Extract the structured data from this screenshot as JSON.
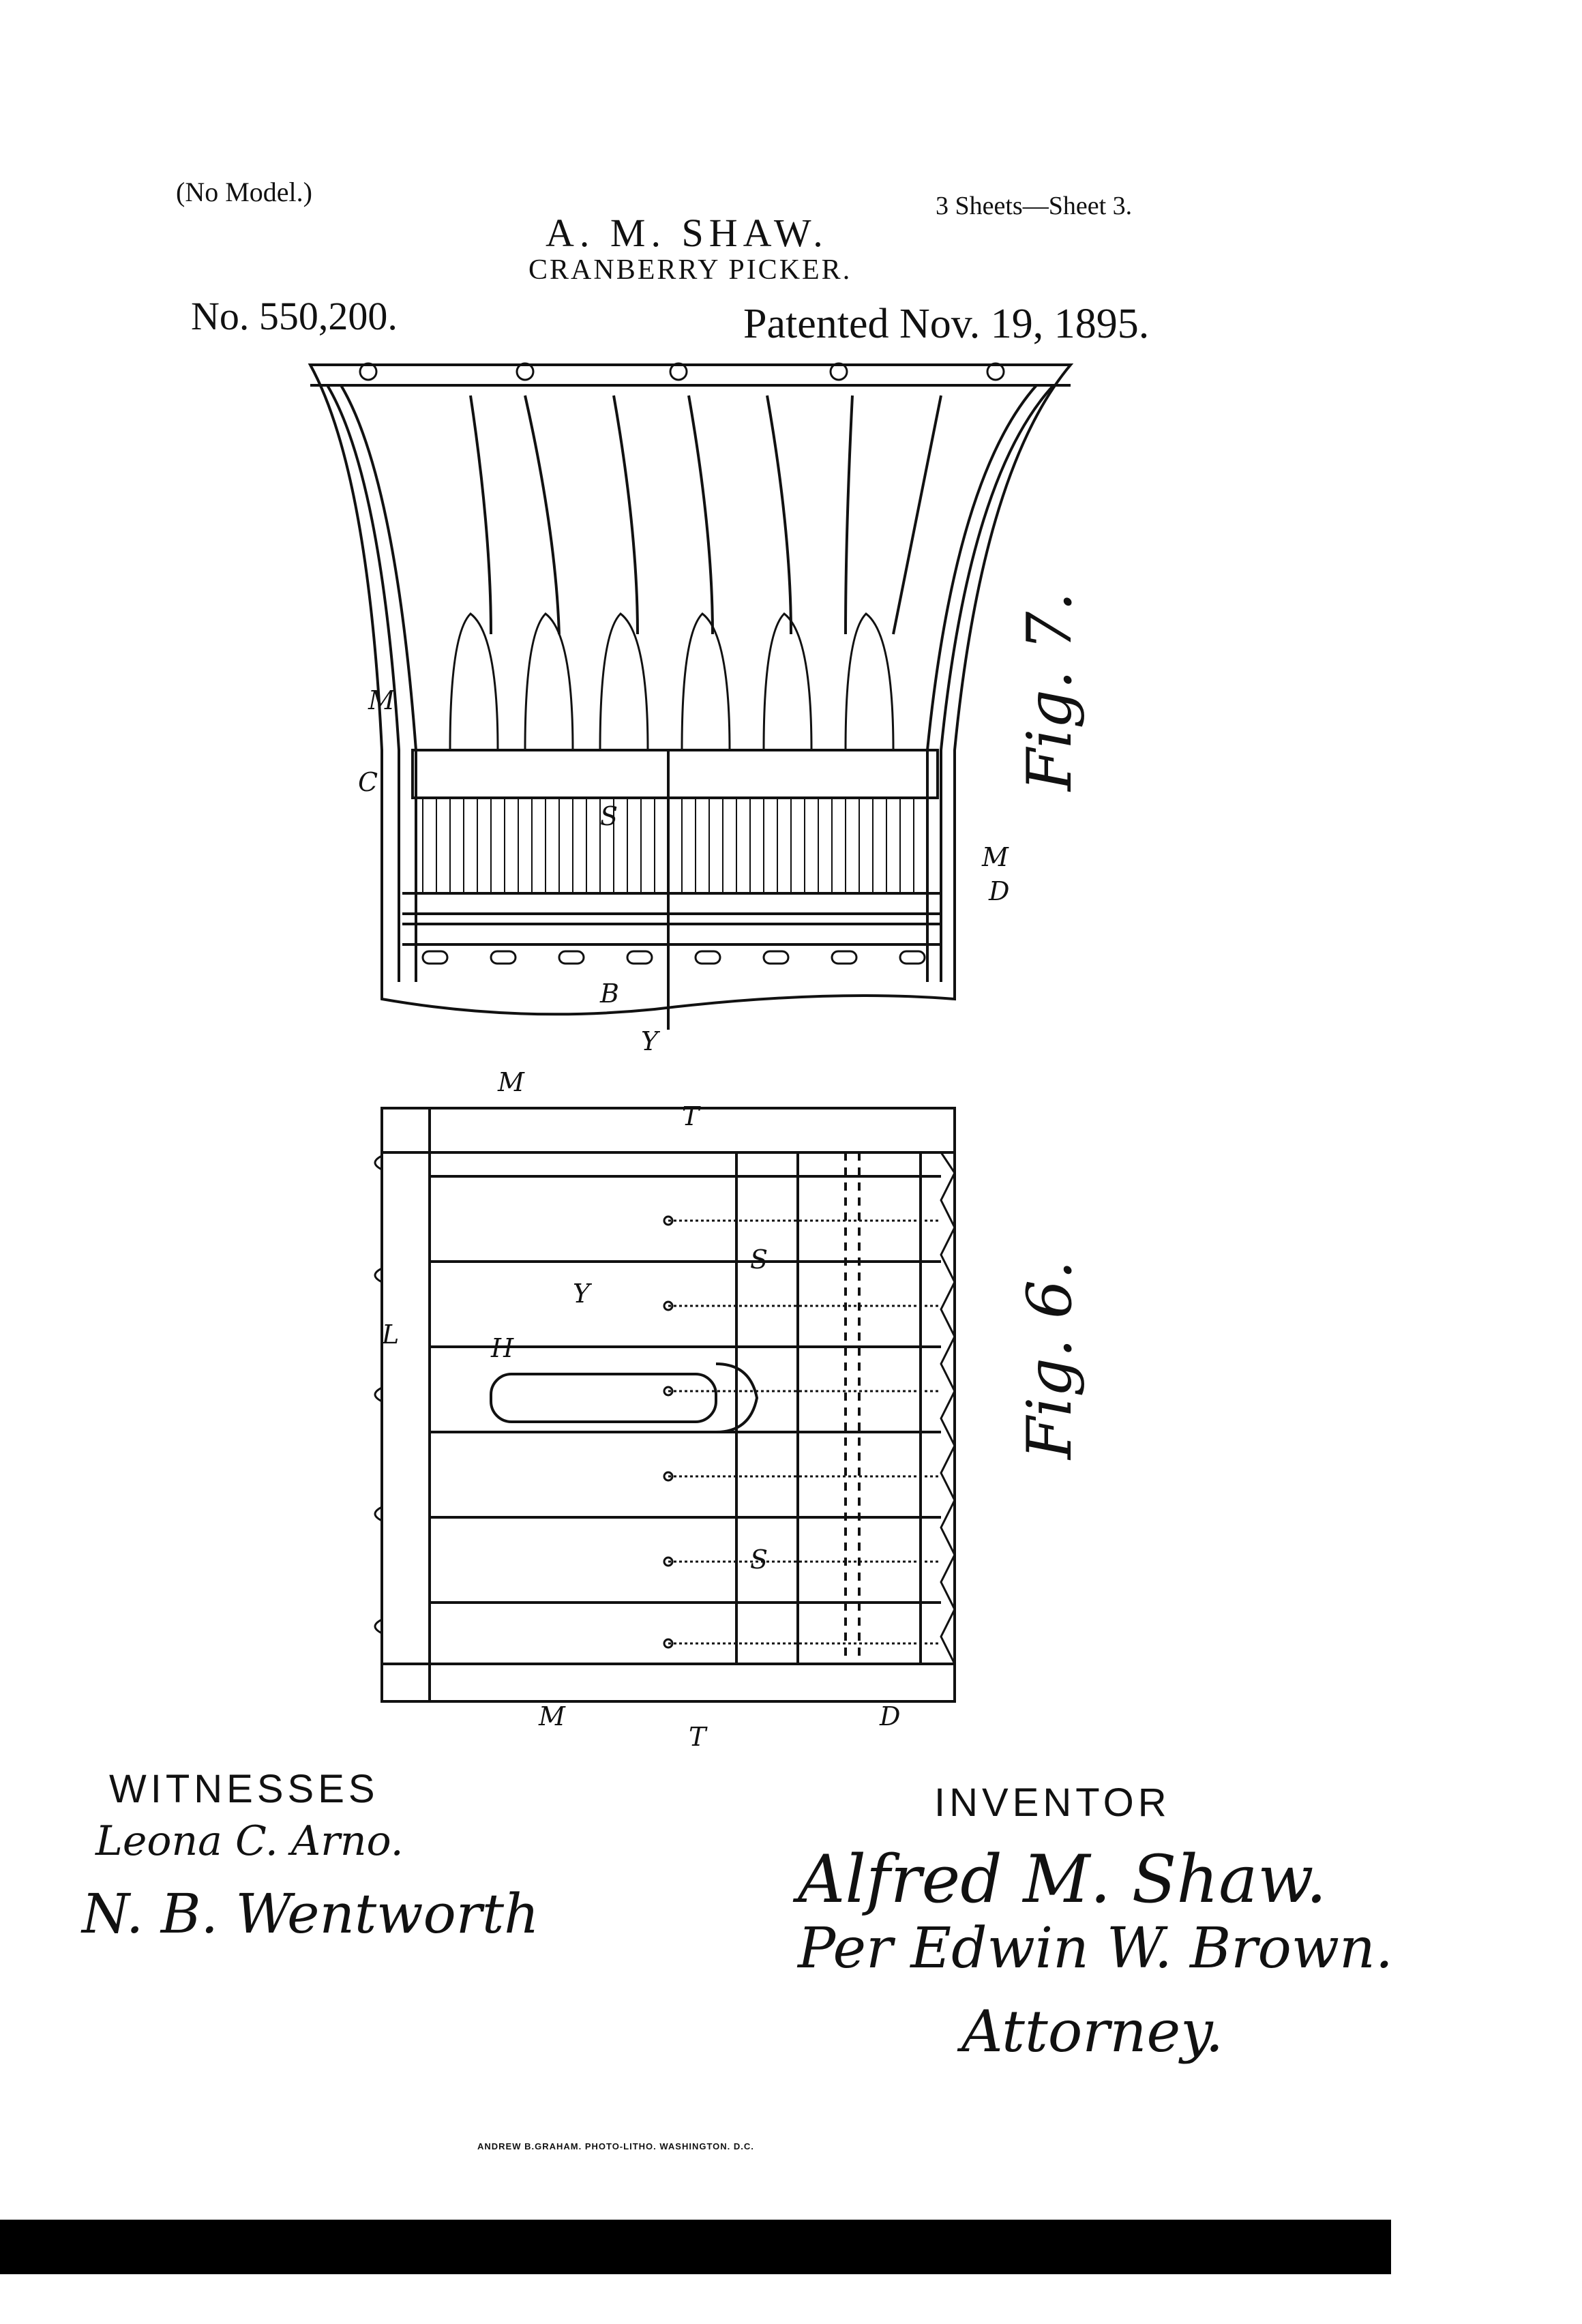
{
  "header": {
    "no_model": "(No Model.)",
    "sheets": "3 Sheets—Sheet 3.",
    "inventor": "A. M. SHAW.",
    "title": "CRANBERRY PICKER.",
    "patent_number": "No. 550,200.",
    "patent_date": "Patented Nov. 19, 1895."
  },
  "figures": [
    {
      "label": "Fig. 7."
    },
    {
      "label": "Fig. 6."
    }
  ],
  "witnesses": {
    "label": "WITNESSES",
    "signatures": [
      "Leona C. Arno.",
      "N. B. Wentworth"
    ]
  },
  "inventor_block": {
    "label": "INVENTOR",
    "signature": "Alfred M. Shaw.",
    "per_line": "Per Edwin W. Brown.",
    "role": "Attorney."
  },
  "footer": {
    "engraver": "ANDREW B.GRAHAM. PHOTO-LITHO. WASHINGTON. D.C."
  }
}
